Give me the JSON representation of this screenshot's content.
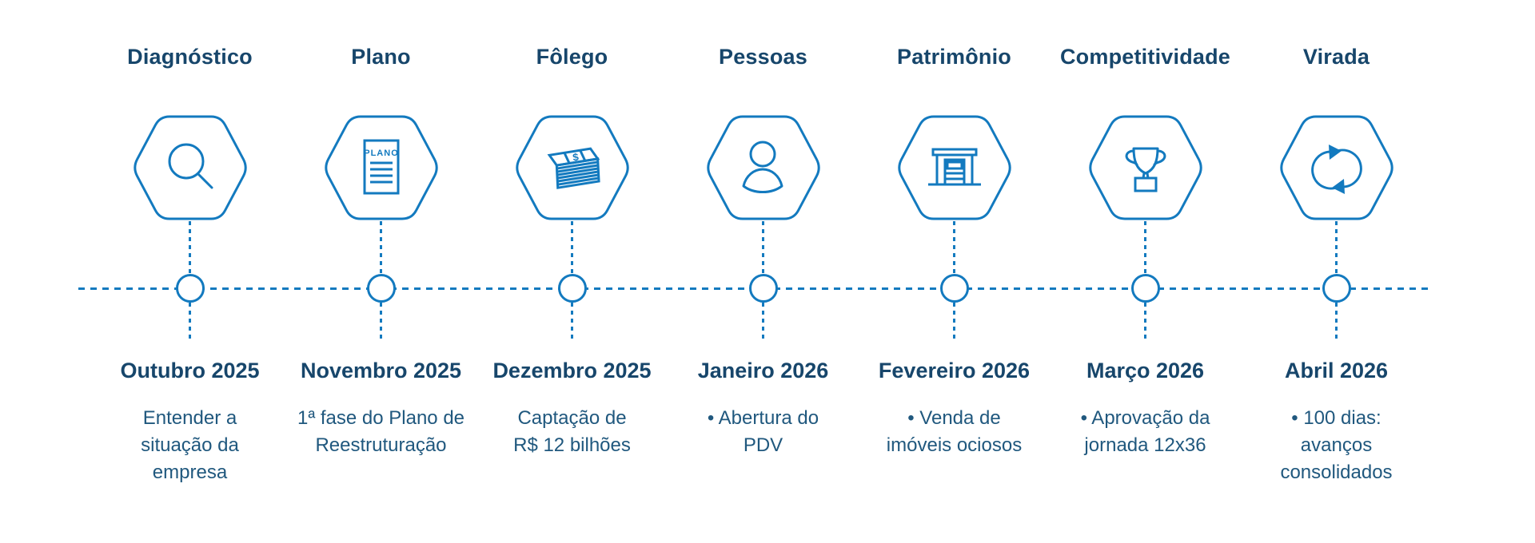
{
  "colors": {
    "accent_blue": "#137ABF",
    "heading_navy": "#17466B",
    "body_navy": "#20587E"
  },
  "timeline": {
    "milestones": [
      {
        "title": "Diagnóstico",
        "icon": "magnifier-icon",
        "date": "Outubro 2025",
        "description_lines": [
          "Entender a",
          "situação da",
          "empresa"
        ]
      },
      {
        "title": "Plano",
        "icon": "plan-document-icon",
        "icon_label": "PLANO",
        "date": "Novembro 2025",
        "description_lines": [
          "1ª fase do Plano de",
          "Reestruturação"
        ]
      },
      {
        "title": "Fôlego",
        "icon": "money-stack-icon",
        "icon_label": "$",
        "date": "Dezembro 2025",
        "description_lines": [
          "Captação de",
          "R$ 12 bilhões"
        ]
      },
      {
        "title": "Pessoas",
        "icon": "person-icon",
        "date": "Janeiro 2026",
        "description_lines": [
          "• Abertura do",
          "PDV"
        ]
      },
      {
        "title": "Patrimônio",
        "icon": "warehouse-icon",
        "date": "Fevereiro 2026",
        "description_lines": [
          "• Venda de",
          "imóveis ociosos"
        ]
      },
      {
        "title": "Competitividade",
        "icon": "trophy-icon",
        "date": "Março 2026",
        "description_lines": [
          "• Aprovação da",
          "jornada 12x36"
        ]
      },
      {
        "title": "Virada",
        "icon": "cycle-arrows-icon",
        "date": "Abril 2026",
        "description_lines": [
          "• 100 dias:",
          "avanços",
          "consolidados"
        ]
      }
    ]
  }
}
